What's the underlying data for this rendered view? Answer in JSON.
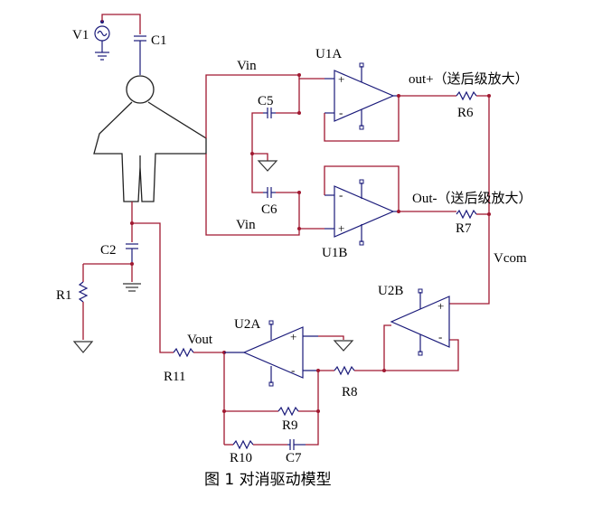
{
  "figure": {
    "caption": "图 1  对消驱动模型"
  },
  "labels": {
    "v1": "V1",
    "c1": "C1",
    "vin_top": "Vin",
    "vin_bottom": "Vin",
    "u1a": "U1A",
    "u1b": "U1B",
    "c5": "C5",
    "c6": "C6",
    "out_plus": "out+（送后级放大）",
    "out_minus": "Out-（送后级放大）",
    "r6": "R6",
    "r7": "R7",
    "vcom": "Vcom",
    "c2": "C2",
    "r1": "R1",
    "u2a": "U2A",
    "u2b": "U2B",
    "vout": "Vout",
    "r11": "R11",
    "r8": "R8",
    "r9": "R9",
    "r10": "R10",
    "c7": "C7"
  },
  "opamp_signs": {
    "plus": "+",
    "minus": "-"
  }
}
